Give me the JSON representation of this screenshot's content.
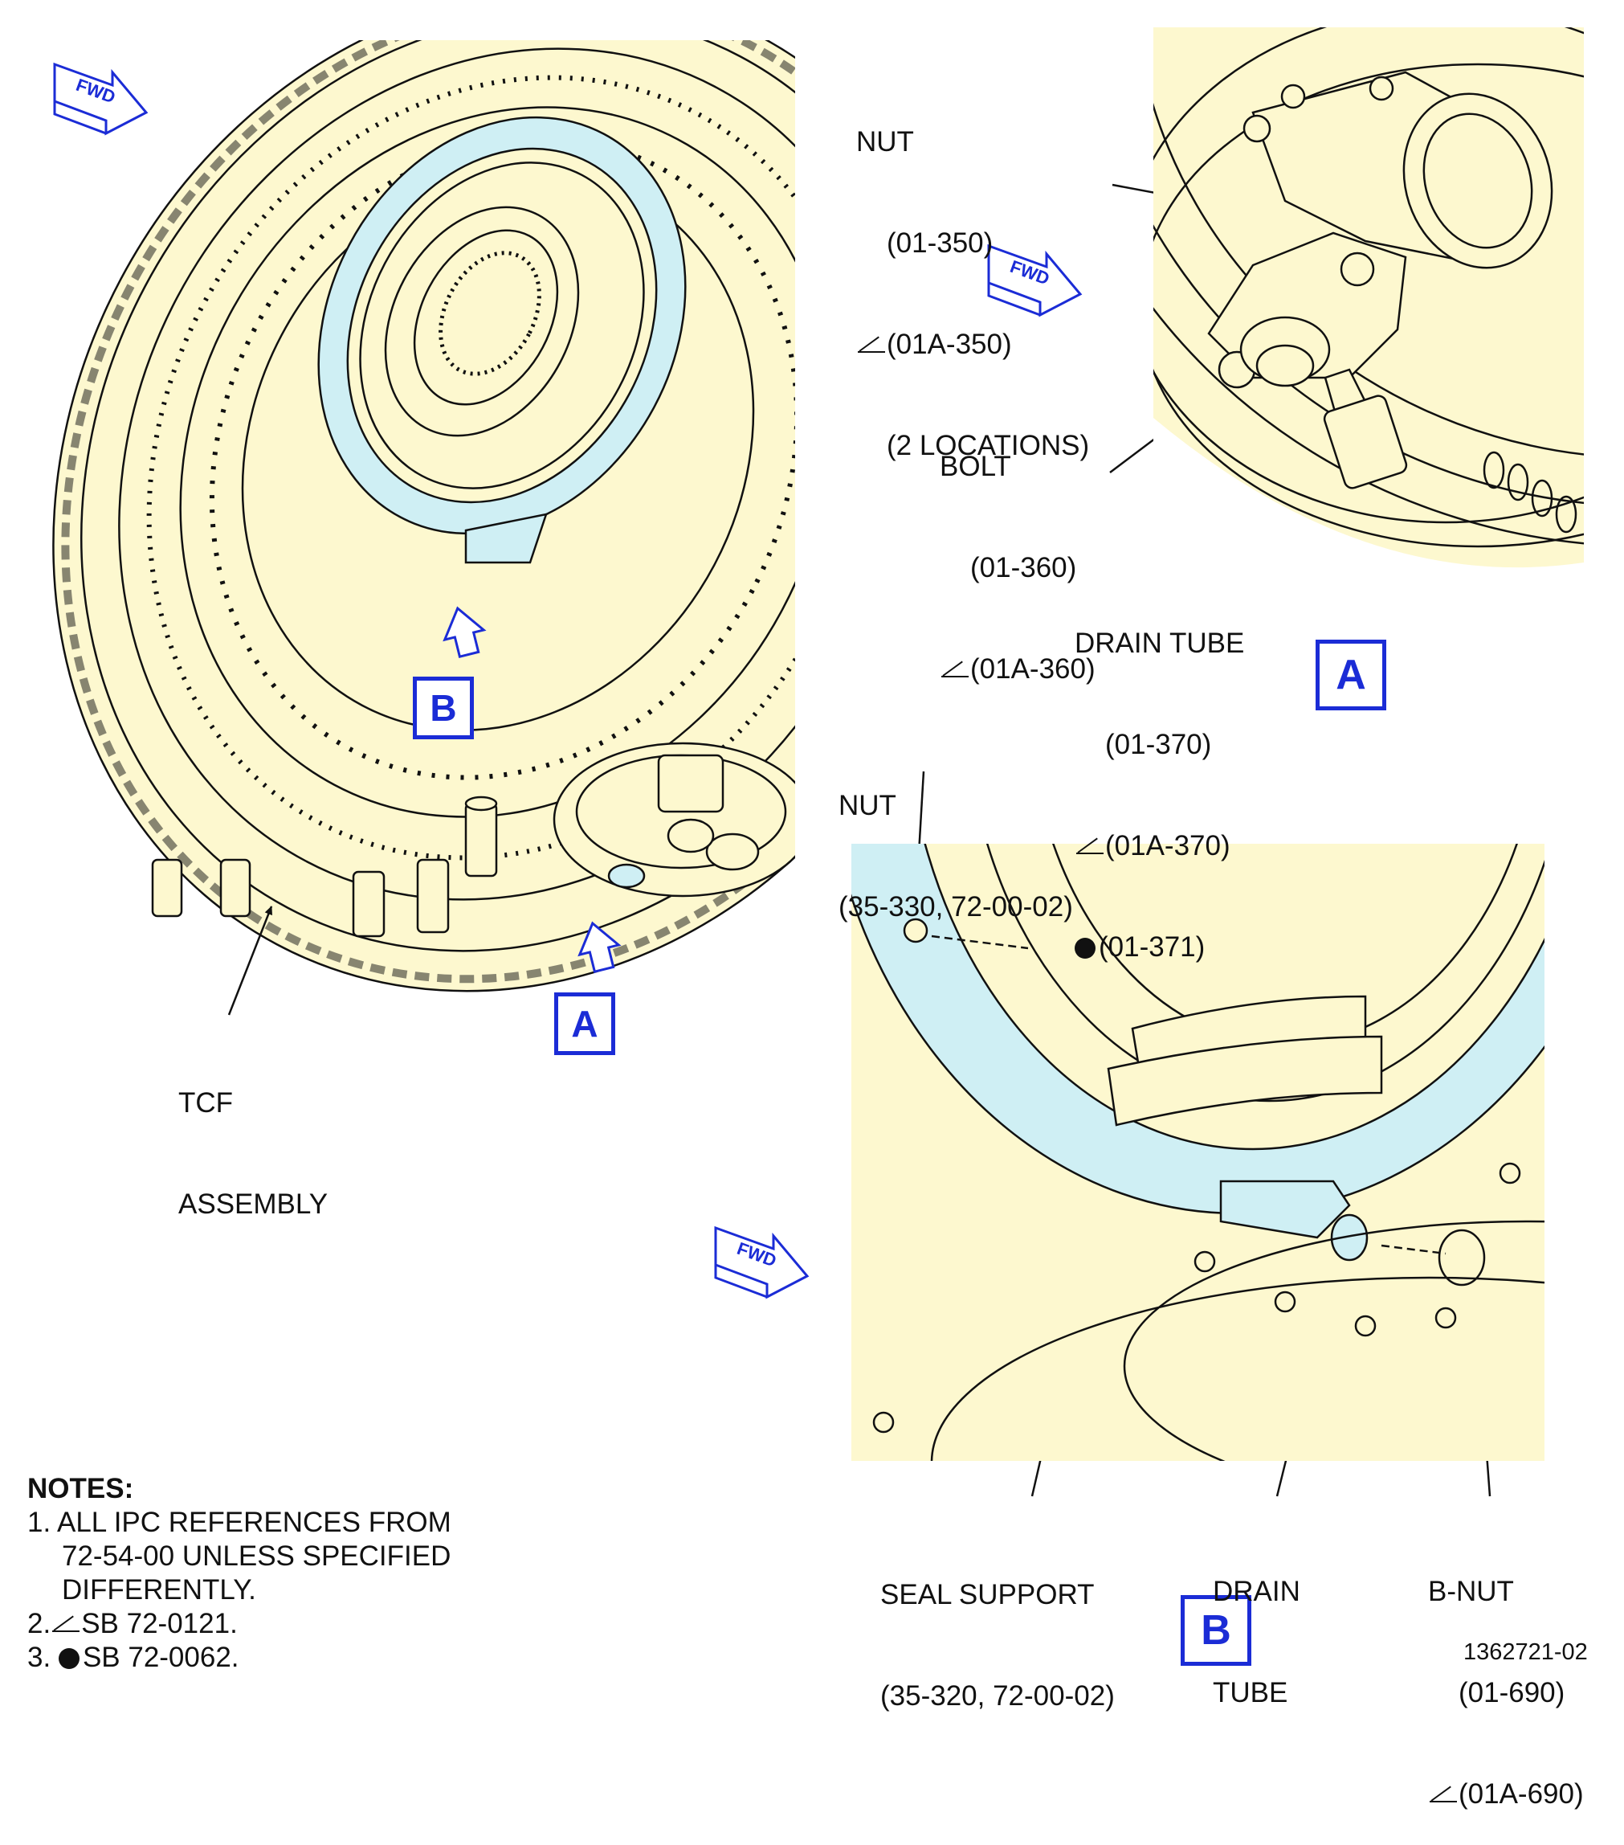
{
  "fwd_label": "FWD",
  "labels": {
    "nut_a": {
      "title": "NUT",
      "lines": [
        "(01-350)",
        "(01A-350)",
        "(2 LOCATIONS)"
      ]
    },
    "bolt_a": {
      "title": "BOLT",
      "lines": [
        "(01-360)",
        "(01A-360)"
      ]
    },
    "drain_tube_a": {
      "title": "DRAIN TUBE",
      "lines": [
        "(01-370)",
        "(01A-370)",
        "(01-371)"
      ]
    },
    "nut_b": {
      "title": "NUT",
      "lines": [
        "(35-330, 72-00-02)"
      ]
    },
    "tcf_assembly": {
      "lines": [
        "TCF",
        "ASSEMBLY"
      ]
    },
    "seal_support": {
      "lines": [
        "SEAL SUPPORT",
        "(35-320, 72-00-02)"
      ]
    },
    "drain_tube_b": {
      "lines": [
        "DRAIN",
        "TUBE"
      ]
    },
    "b_nut": {
      "title": "B-NUT",
      "lines": [
        "(01-690)",
        "(01A-690)"
      ]
    }
  },
  "view_markers": {
    "a": "A",
    "b": "B"
  },
  "notes": {
    "heading": "NOTES:",
    "items": [
      {
        "num": "1.",
        "lines": [
          "ALL IPC REFERENCES FROM",
          "72-54-00 UNLESS SPECIFIED",
          "DIFFERENTLY."
        ]
      },
      {
        "num": "2.",
        "text": "SB 72-0121."
      },
      {
        "num": "3.",
        "text": "SB 72-0062."
      }
    ]
  },
  "doc_id": "1362721-02",
  "colors": {
    "part_fill": "#fdf8cf",
    "highlight_fill": "#cfeff4",
    "marker_blue": "#1b2cd6",
    "line": "#111111"
  }
}
